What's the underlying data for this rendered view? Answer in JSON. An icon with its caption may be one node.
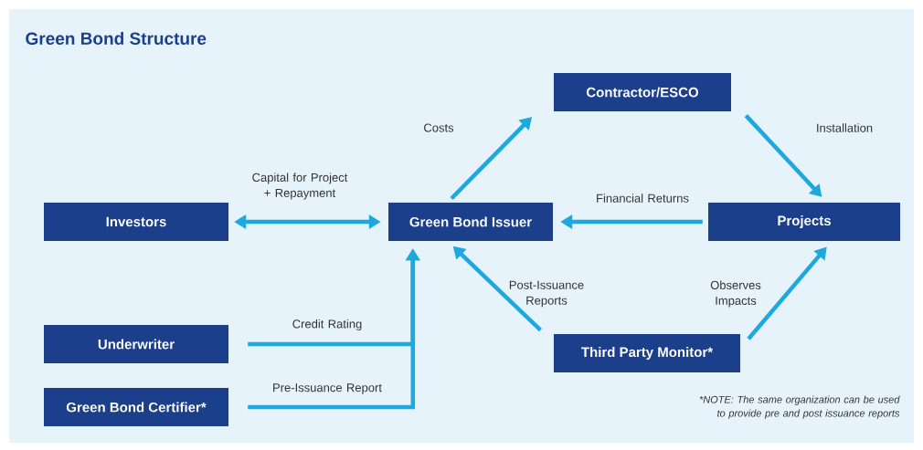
{
  "diagram": {
    "title": "Green Bond Structure",
    "nodes": [
      {
        "text": [
          "Investors"
        ]
      },
      {
        "text": [
          "Green Bond Issuer"
        ]
      },
      {
        "text": [
          "Contractor/ESCO"
        ]
      },
      {
        "text": [
          "Projects"
        ]
      },
      {
        "text": [
          "Underwriter"
        ]
      },
      {
        "text": [
          "Green Bond Certifier*"
        ]
      },
      {
        "text": [
          "Third Party Monitor*"
        ]
      }
    ],
    "edges": [
      {
        "from": 0,
        "to": 1,
        "arrow": "both",
        "label": "Capital for Project + Repayment"
      },
      {
        "from": 1,
        "to": 2,
        "arrow": "to",
        "label": "Costs"
      },
      {
        "from": 2,
        "to": 3,
        "arrow": "to",
        "label": "Installation"
      },
      {
        "from": 3,
        "to": 1,
        "arrow": "to",
        "label": "Financial Returns"
      },
      {
        "from": 6,
        "to": 1,
        "arrow": "to",
        "label": "Post-Issuance Reports"
      },
      {
        "from": 6,
        "to": 3,
        "arrow": "to",
        "label": "Observes Impacts"
      },
      {
        "from": 4,
        "to": 1,
        "arrow": "to",
        "label": "Credit Rating"
      },
      {
        "from": 5,
        "to": 1,
        "arrow": "to",
        "label": "Pre-Issuance Report"
      }
    ],
    "labels": [
      "*NOTE: The same organization can be used to provide pre and post issuance reports"
    ]
  }
}
